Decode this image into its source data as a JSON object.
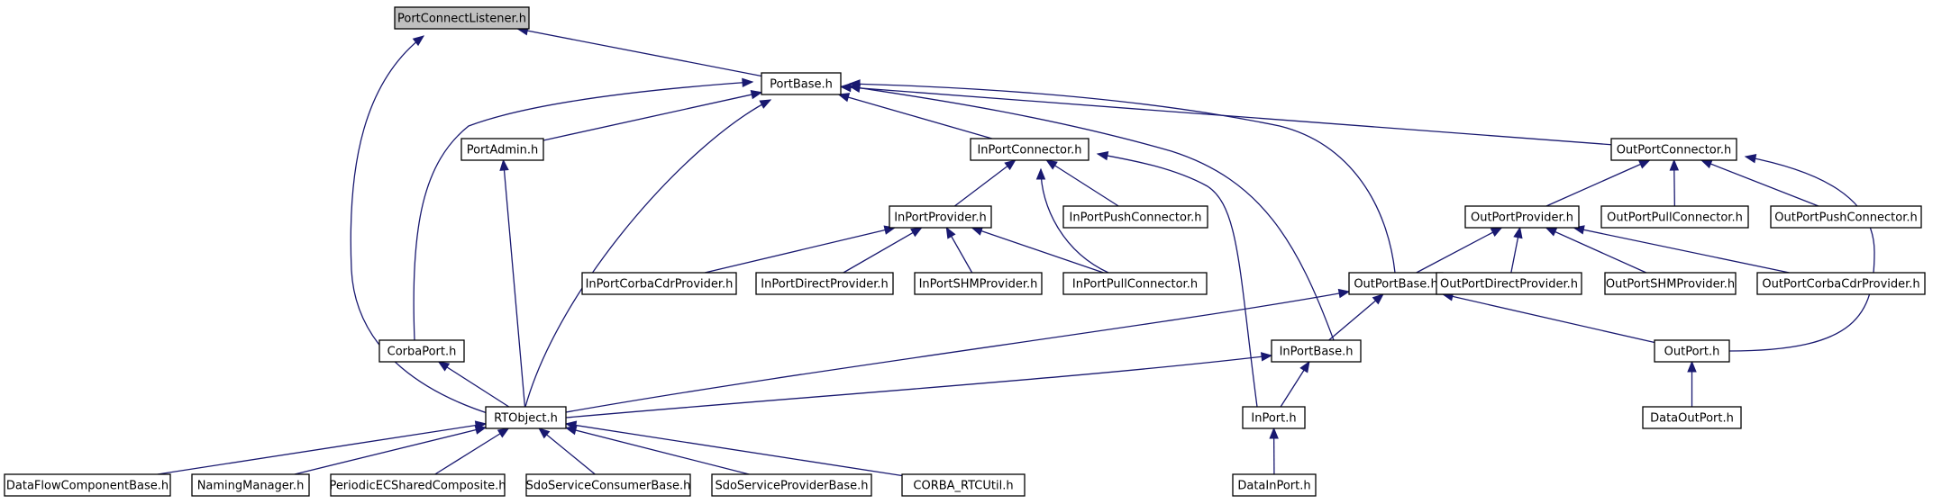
{
  "graph": {
    "root": "PortConnectListener.h",
    "nodes": [
      "PortConnectListener.h",
      "PortBase.h",
      "PortAdmin.h",
      "InPortConnector.h",
      "OutPortConnector.h",
      "InPortProvider.h",
      "InPortPushConnector.h",
      "OutPortProvider.h",
      "OutPortPullConnector.h",
      "OutPortPushConnector.h",
      "InPortCorbaCdrProvider.h",
      "InPortDirectProvider.h",
      "InPortSHMProvider.h",
      "InPortPullConnector.h",
      "OutPortBase.h",
      "OutPortDirectProvider.h",
      "OutPortSHMProvider.h",
      "OutPortCorbaCdrProvider.h",
      "CorbaPort.h",
      "InPortBase.h",
      "OutPort.h",
      "RTObject.h",
      "InPort.h",
      "DataOutPort.h",
      "DataFlowComponentBase.h",
      "NamingManager.h",
      "PeriodicECSharedComposite.h",
      "SdoServiceConsumerBase.h",
      "SdoServiceProviderBase.h",
      "CORBA_RTCUtil.h",
      "DataInPort.h"
    ],
    "edges": [
      [
        "PortBase.h",
        "PortConnectListener.h"
      ],
      [
        "RTObject.h",
        "PortConnectListener.h"
      ],
      [
        "PortAdmin.h",
        "PortBase.h"
      ],
      [
        "InPortConnector.h",
        "PortBase.h"
      ],
      [
        "OutPortConnector.h",
        "PortBase.h"
      ],
      [
        "CorbaPort.h",
        "PortBase.h"
      ],
      [
        "RTObject.h",
        "PortBase.h"
      ],
      [
        "OutPortBase.h",
        "PortBase.h"
      ],
      [
        "InPortBase.h",
        "PortBase.h"
      ],
      [
        "RTObject.h",
        "PortAdmin.h"
      ],
      [
        "InPortProvider.h",
        "InPortConnector.h"
      ],
      [
        "InPortPushConnector.h",
        "InPortConnector.h"
      ],
      [
        "InPortPullConnector.h",
        "InPortConnector.h"
      ],
      [
        "InPort.h",
        "InPortConnector.h"
      ],
      [
        "OutPortProvider.h",
        "OutPortConnector.h"
      ],
      [
        "OutPortPullConnector.h",
        "OutPortConnector.h"
      ],
      [
        "OutPortPushConnector.h",
        "OutPortConnector.h"
      ],
      [
        "OutPort.h",
        "OutPortConnector.h"
      ],
      [
        "InPortCorbaCdrProvider.h",
        "InPortProvider.h"
      ],
      [
        "InPortDirectProvider.h",
        "InPortProvider.h"
      ],
      [
        "InPortSHMProvider.h",
        "InPortProvider.h"
      ],
      [
        "InPortPullConnector.h",
        "InPortProvider.h"
      ],
      [
        "OutPortBase.h",
        "OutPortProvider.h"
      ],
      [
        "OutPortDirectProvider.h",
        "OutPortProvider.h"
      ],
      [
        "OutPortSHMProvider.h",
        "OutPortProvider.h"
      ],
      [
        "OutPortCorbaCdrProvider.h",
        "OutPortProvider.h"
      ],
      [
        "RTObject.h",
        "OutPortBase.h"
      ],
      [
        "InPortBase.h",
        "OutPortBase.h"
      ],
      [
        "OutPort.h",
        "OutPortBase.h"
      ],
      [
        "RTObject.h",
        "CorbaPort.h"
      ],
      [
        "RTObject.h",
        "InPortBase.h"
      ],
      [
        "InPort.h",
        "InPortBase.h"
      ],
      [
        "DataOutPort.h",
        "OutPort.h"
      ],
      [
        "DataInPort.h",
        "InPort.h"
      ],
      [
        "DataFlowComponentBase.h",
        "RTObject.h"
      ],
      [
        "NamingManager.h",
        "RTObject.h"
      ],
      [
        "PeriodicECSharedComposite.h",
        "RTObject.h"
      ],
      [
        "SdoServiceConsumerBase.h",
        "RTObject.h"
      ],
      [
        "SdoServiceProviderBase.h",
        "RTObject.h"
      ],
      [
        "CORBA_RTCUtil.h",
        "RTObject.h"
      ]
    ],
    "colors": {
      "edge": "#191970",
      "node_border": "#000000",
      "node_fill": "#ffffff",
      "root_fill": "#bfbfbf"
    }
  }
}
